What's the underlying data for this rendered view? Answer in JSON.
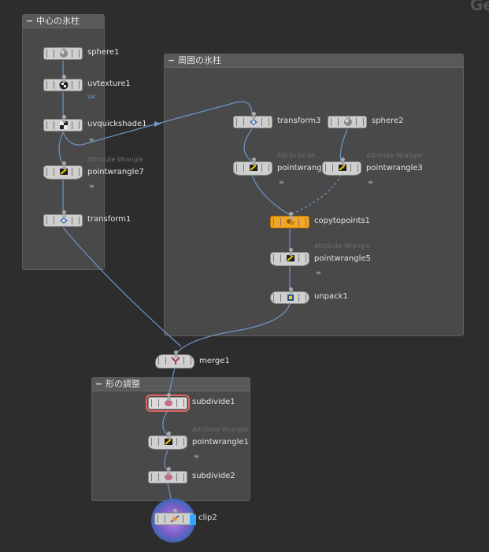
{
  "corner_text": "Ge",
  "netboxes": {
    "center": {
      "title": "中心の氷柱"
    },
    "around": {
      "title": "周囲の氷柱"
    },
    "shape": {
      "title": "形の調整"
    }
  },
  "nodes": {
    "sphere1": {
      "label": "sphere1"
    },
    "uvtexture1": {
      "label": "uvtexture1",
      "attr": "uv"
    },
    "uvquickshade1": {
      "label": "uvquickshade1",
      "eq": "≡"
    },
    "pointwrangle7": {
      "label": "pointwrangle7",
      "sublabel": "Attribute Wrangle",
      "eq": "≡"
    },
    "transform1": {
      "label": "transform1"
    },
    "transform3": {
      "label": "transform3"
    },
    "sphere2": {
      "label": "sphere2"
    },
    "pointwrangle_a": {
      "label": "pointwrangle",
      "sublabel": "Attribute Wr...",
      "eq": "≡"
    },
    "pointwrangle3": {
      "label": "pointwrangle3",
      "sublabel": "Attribute Wrangle",
      "eq": "≡"
    },
    "copytopoints1": {
      "label": "copytopoints1"
    },
    "pointwrangle5": {
      "label": "pointwrangle5",
      "sublabel": "Attribute Wrangle",
      "eq": "≡"
    },
    "unpack1": {
      "label": "unpack1"
    },
    "merge1": {
      "label": "merge1"
    },
    "subdivide1": {
      "label": "subdivide1"
    },
    "pointwrangle1": {
      "label": "pointwrangle1",
      "sublabel": "Attribute Wrangle",
      "eq": "≡"
    },
    "subdivide2": {
      "label": "subdivide2"
    },
    "clip2": {
      "label": "clip2"
    }
  },
  "colors": {
    "wire": "#6e95c8",
    "highlight_node": "#f5a623",
    "selected_outline": "#d66666",
    "render_flag": "#2ea8ff"
  },
  "icons": {
    "sphere": "sphere-icon",
    "uvtexture": "checker-icon",
    "uvquickshade": "checker-shade-icon",
    "wrangle": "wrangle-icon",
    "transform": "transform-icon",
    "copytopoints": "copy-icon",
    "unpack": "unpack-icon",
    "merge": "merge-icon",
    "subdivide": "subdivide-icon",
    "clip": "clip-icon"
  }
}
